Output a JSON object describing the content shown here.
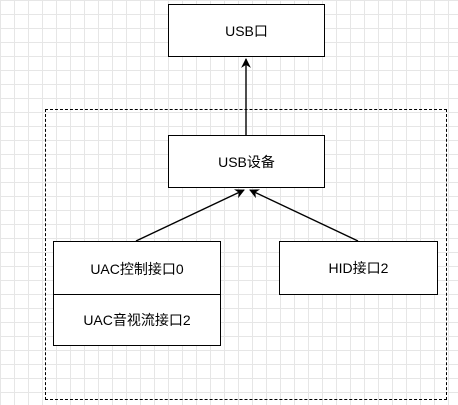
{
  "diagram": {
    "nodes": {
      "usb_port": "USB口",
      "usb_device": "USB设备",
      "uac_control": "UAC控制接口0",
      "uac_av_stream": "UAC音视流接口2",
      "hid": "HID接口2"
    },
    "edges": [
      {
        "from": "usb_device",
        "to": "usb_port"
      },
      {
        "from": "uac_control",
        "to": "usb_device"
      },
      {
        "from": "hid",
        "to": "usb_device"
      }
    ],
    "colors": {
      "stroke": "#000000",
      "fill": "#ffffff",
      "grid": "#e6e6e6"
    }
  }
}
